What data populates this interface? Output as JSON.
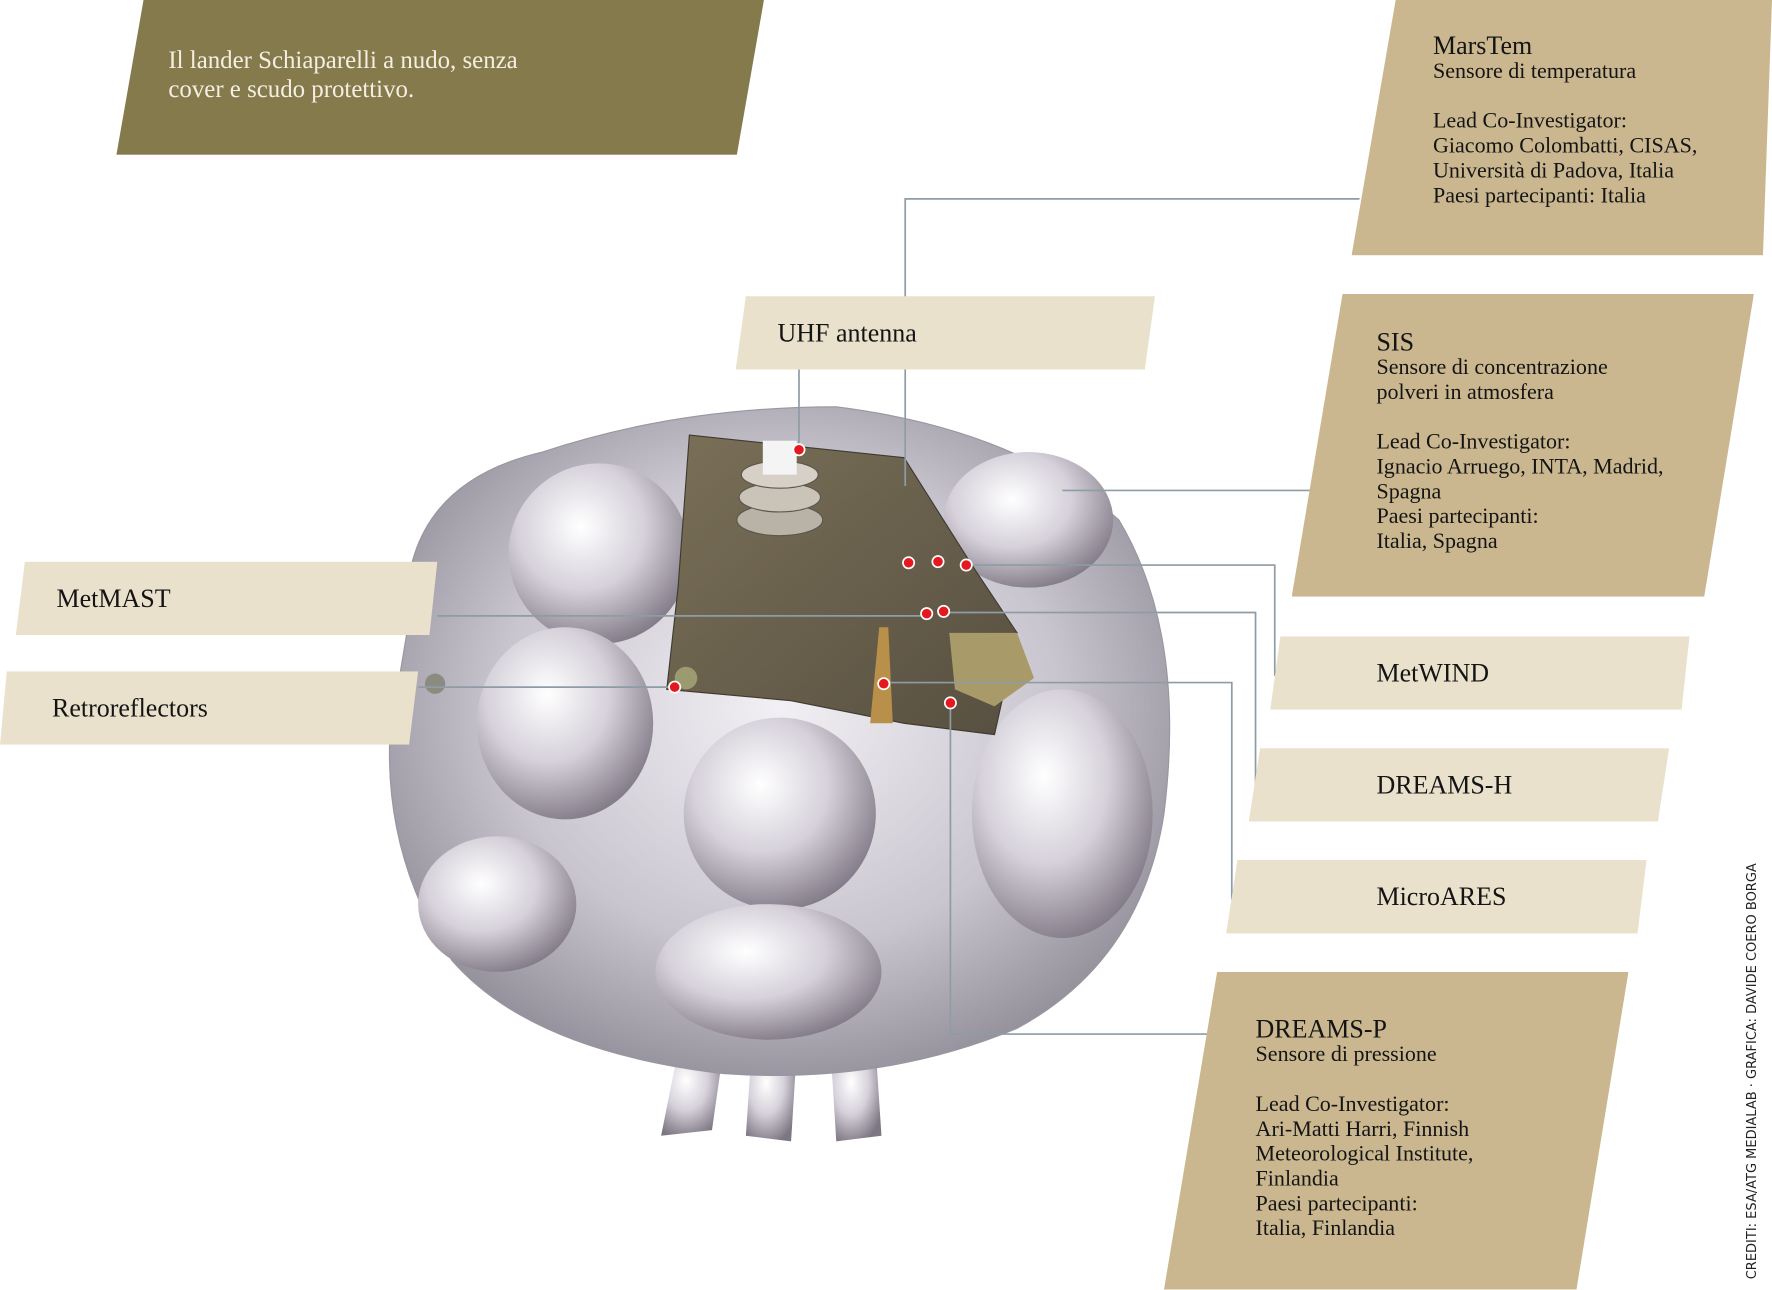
{
  "intro": {
    "lines": [
      "Il lander Schiaparelli a nudo, senza",
      "cover e scudo protettivo."
    ]
  },
  "marstem": {
    "title": "MarsTem",
    "subtitle": "Sensore di temperatura",
    "lines": [
      "Lead Co-Investigator:",
      "Giacomo Colombatti, CISAS,",
      "Università di Padova, Italia",
      "Paesi partecipanti: Italia"
    ]
  },
  "sis": {
    "title": "SIS",
    "subtitle": [
      "Sensore di concentrazione",
      "polveri in atmosfera"
    ],
    "lines": [
      "Lead Co-Investigator:",
      "Ignacio Arruego, INTA, Madrid,",
      "Spagna",
      "Paesi partecipanti:",
      "Italia, Spagna"
    ]
  },
  "dreamsp": {
    "title": "DREAMS-P",
    "subtitle": "Sensore di pressione",
    "lines": [
      "Lead Co-Investigator:",
      "Ari-Matti Harri, Finnish",
      "Meteorological Institute,",
      "Finlandia",
      "Paesi partecipanti:",
      "Italia, Finlandia"
    ]
  },
  "labels": {
    "uhf": "UHF antenna",
    "metmast": "MetMAST",
    "retro": "Retroreflectors",
    "metwind": "MetWIND",
    "dreamsh": "DREAMS-H",
    "microares": "MicroARES"
  },
  "credits": "CREDITI: ESA/ATG MEDIALAB · GRAFICA: DAVIDE COERO BORGA",
  "colors": {
    "olive": "#857a4c",
    "tan": "#cab78f",
    "light": "#e9e1cc",
    "marker": "#e3191f",
    "connector": "#8d9ca5"
  }
}
